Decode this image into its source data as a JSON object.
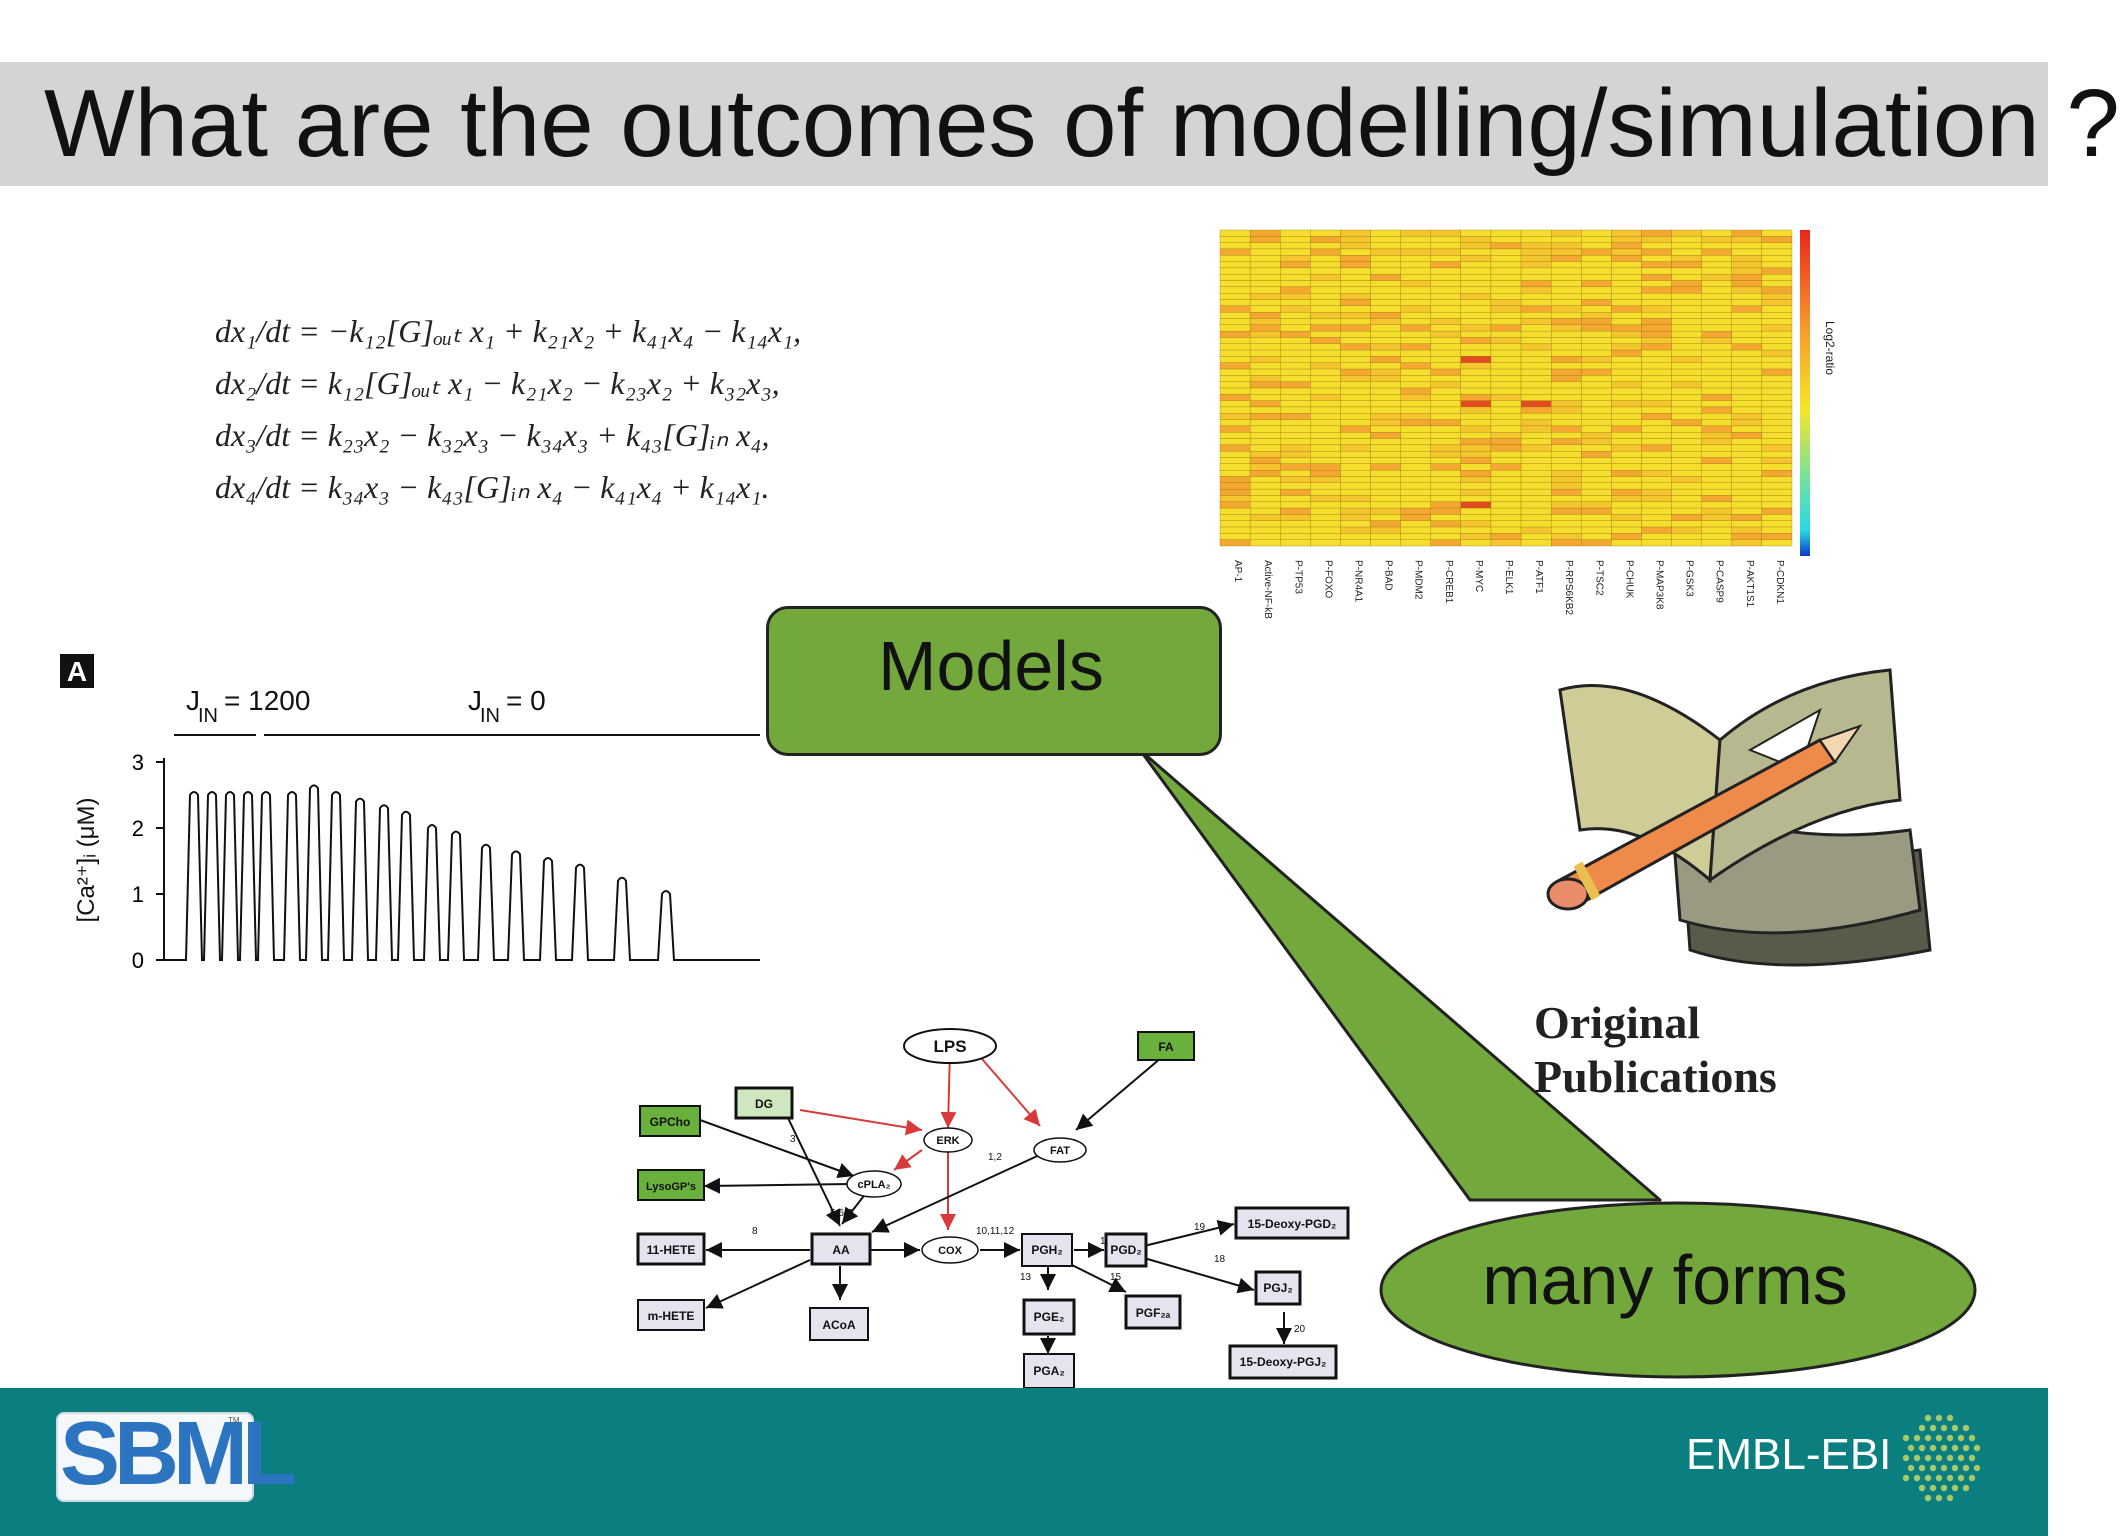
{
  "title": "What are the outcomes of modelling/simulation ?",
  "equations": [
    "dx₁/dt = −k₁₂[G]ₒᵤₜ x₁ + k₂₁x₂ + k₄₁x₄ − k₁₄x₁,",
    "dx₂/dt = k₁₂[G]ₒᵤₜ x₁ − k₂₁x₂ − k₂₃x₂ + k₃₂x₃,",
    "dx₃/dt = k₂₃x₂ − k₃₂x₃ − k₃₄x₃ + k₄₃[G]ᵢₙ x₄,",
    "dx₄/dt = k₃₄x₃ − k₄₃[G]ᵢₙ x₄ − k₄₁x₄ + k₁₄x₁."
  ],
  "heatmap": {
    "columns": [
      "AP-1",
      "Active-NF-kB",
      "P-TP53",
      "P-FOXO",
      "P-NR4A1",
      "P-BAD",
      "P-MDM2",
      "P-CREB1",
      "P-MYC",
      "P-ELK1",
      "P-ATF1",
      "P-RPS6KB2",
      "P-TSC2",
      "P-CHUK",
      "P-MAP3K8",
      "P-GSK3",
      "P-CASP9",
      "P-AKT1S1",
      "P-CDKN1"
    ],
    "colorbar_label": "Log2-ratio",
    "colors": {
      "low": "#0a3cc8",
      "mid": "#f5e62a",
      "high": "#e8261a"
    }
  },
  "ca_plot": {
    "panel_label": "A",
    "j1_label": "J",
    "j1_sub": "IN",
    "j1_value": "= 1200",
    "j2_label": "J",
    "j2_sub": "IN",
    "j2_value": "= 0",
    "ylabel": "[Ca²⁺]ᵢ (μM)",
    "yticks": [
      "0",
      "1",
      "2",
      "3"
    ],
    "peaks": [
      2.5,
      2.5,
      2.5,
      2.5,
      2.5,
      2.5,
      2.6,
      2.5,
      2.4,
      2.3,
      2.2,
      2.0,
      1.9,
      1.7,
      1.6,
      1.5,
      1.4,
      1.2,
      1.0
    ]
  },
  "pathway": {
    "nodes": {
      "lps": "LPS",
      "fa": "FA",
      "dg": "DG",
      "gpcho": "GPCho",
      "erk": "ERK",
      "fat": "FAT",
      "cpla2": "cPLA₂",
      "lysogps": "LysoGP's",
      "hete11": "11-HETE",
      "aa": "AA",
      "cox": "COX",
      "pgh2": "PGH₂",
      "pgd2": "PGD₂",
      "deoxypgd2": "15-Deoxy-PGD₂",
      "mhete": "m-HETE",
      "acoa": "ACoA",
      "pge2": "PGE₂",
      "pgf2a": "PGF₂ₐ",
      "pgj2": "PGJ₂",
      "deoxypgj2": "15-Deoxy-PGJ₂",
      "pga2": "PGA₂"
    },
    "edge_labels": [
      "3",
      "1,2",
      "5,6,7",
      "8",
      "10,11,12",
      "17",
      "19",
      "13",
      "15",
      "18",
      "20"
    ]
  },
  "callouts": {
    "models": "Models",
    "forms": "many forms"
  },
  "publications": {
    "line1": "Original",
    "line2": "Publications"
  },
  "footer": {
    "sbml": "SBML",
    "tm": "TM",
    "embl": "EMBL-EBI"
  }
}
